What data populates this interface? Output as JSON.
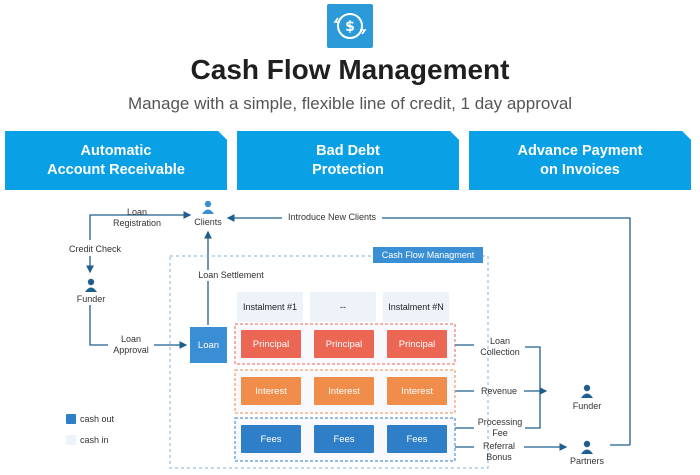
{
  "header": {
    "title": "Cash Flow Management",
    "subtitle": "Manage with a simple, flexible line of credit, 1 day approval"
  },
  "banners": [
    "Automatic\nAccount Receivable",
    "Bad Debt\nProtection",
    "Advance Payment\non Invoices"
  ],
  "flow": {
    "clients": "Clients",
    "loan_registration": "Loan\nRegistration",
    "introduce_new_clients": "Introduce New Clients",
    "credit_check": "Credit Check",
    "funder_left": "Funder",
    "loan_approval": "Loan\nApproval",
    "loan_settlement": "Loan Settlement",
    "loan": "Loan",
    "cfm_tag": "Cash Flow Managment",
    "columns": [
      "Instalment #1",
      "--",
      "Instalment #N"
    ],
    "principal": "Principal",
    "interest": "Interest",
    "fees": "Fees",
    "loan_collection": "Loan\nCollection",
    "revenue": "Revenue",
    "processing_fee": "Processing\nFee",
    "referral_bonus": "Referral\nBonus",
    "funder_right": "Funder",
    "partners": "Partners"
  },
  "legend": {
    "cash_out": "cash out",
    "cash_in": "cash in"
  },
  "colors": {
    "banner": "#0aa0e6",
    "principal": "#ec6654",
    "interest": "#f18d4a",
    "fees": "#2f7fc8",
    "loan": "#3a8fd4",
    "connector": "#1f5f8f",
    "cash_in": "#eef3f9"
  },
  "icons": {
    "logo": "dollar-cycle-icon",
    "person": "person-icon"
  }
}
